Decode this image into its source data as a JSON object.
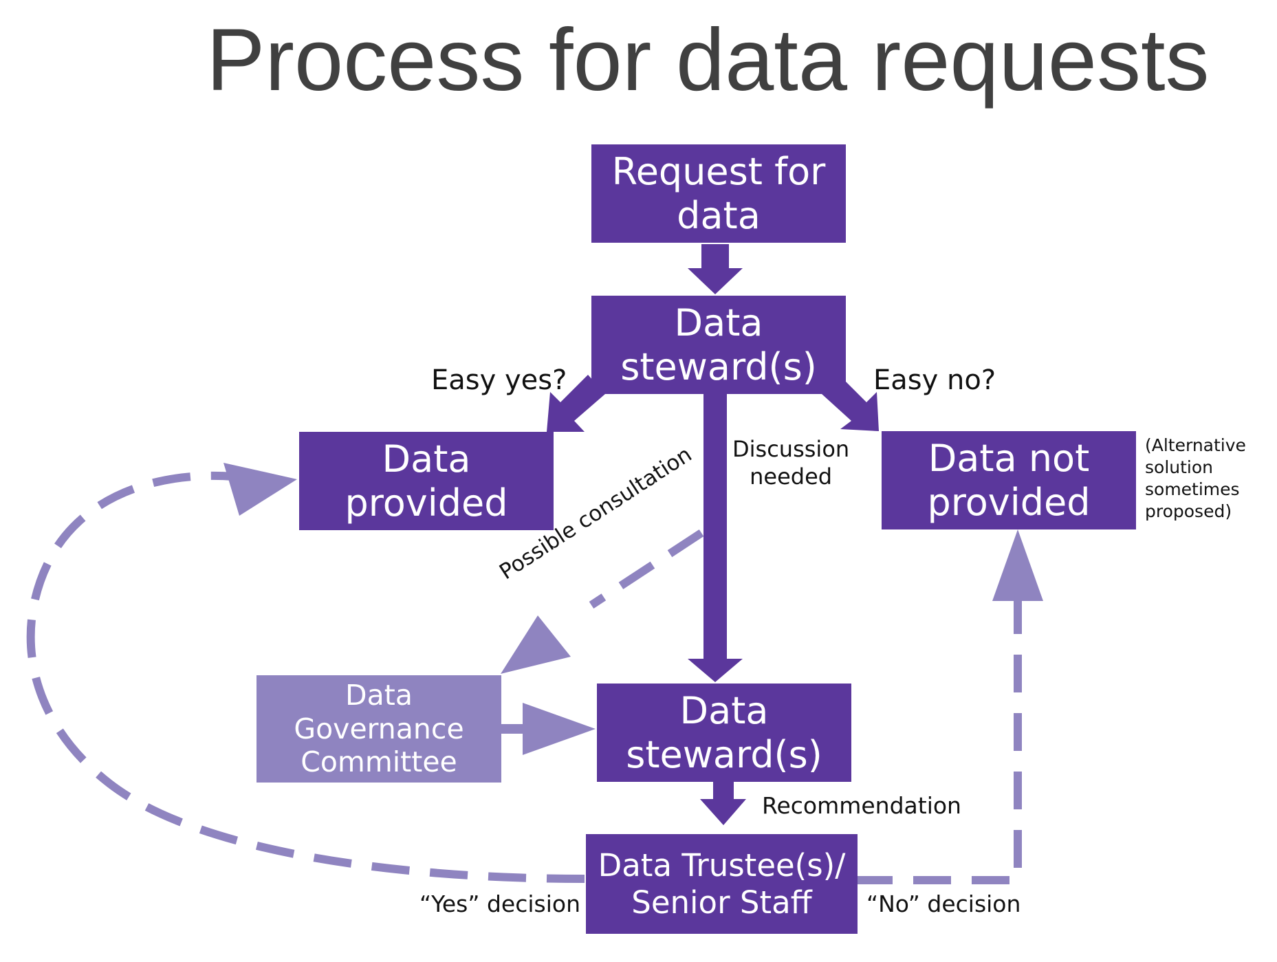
{
  "title": "Process for data requests",
  "boxes": {
    "request": [
      "Request for",
      "data"
    ],
    "steward_top": [
      "Data",
      "steward(s)"
    ],
    "data_provided": [
      "Data",
      "provided"
    ],
    "data_not_provided": [
      "Data not",
      "provided"
    ],
    "governance": [
      "Data",
      "Governance",
      "Committee"
    ],
    "steward_bottom": [
      "Data",
      "steward(s)"
    ],
    "trustee": [
      "Data Trustee(s)/",
      "Senior Staff"
    ]
  },
  "labels": {
    "easy_yes": "Easy yes?",
    "easy_no": "Easy no?",
    "discussion": [
      "Discussion",
      "needed"
    ],
    "alternative": [
      "(Alternative",
      "solution",
      "sometimes",
      "proposed)"
    ],
    "possible_consultation": "Possible consultation",
    "recommendation": "Recommendation",
    "yes_decision": "“Yes” decision",
    "no_decision": "“No” decision"
  },
  "colors": {
    "primary": "#5b379c",
    "secondary": "#8f84c0",
    "title": "#404040",
    "label": "#111111"
  }
}
